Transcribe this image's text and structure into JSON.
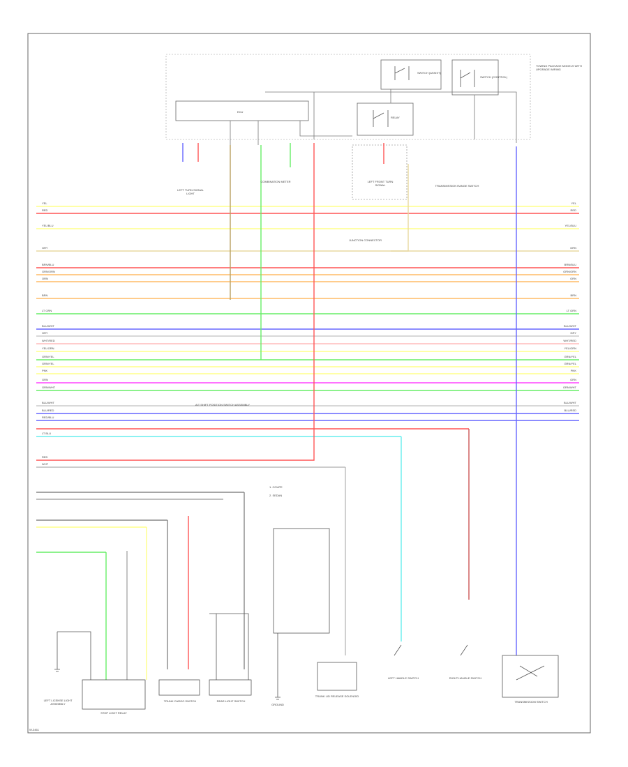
{
  "figure_id": "W-3461",
  "legend_lines": [
    "1. COUPE",
    "2. SEDAN"
  ],
  "top_components": {
    "ecu": "ECU",
    "switch_top_left": "SWITCH (ASSIST)",
    "switch_top_right": "SWITCH (CONTROL)",
    "relay_upper": "RELAY",
    "right_note": "TOWING PACKAGE MODELS WITH UPGRADE WIRING"
  },
  "harness_right_labels": [
    "YEL",
    "RED",
    "YEL/BLU",
    "GRN",
    "BRN/BLU",
    "GRN/ORN",
    "ORN",
    "BRN",
    "LT GRN",
    "BLU/WHT",
    "GRY",
    "WHT/RED",
    "YEL/GRN",
    "GRN/YEL",
    "GRN/YEL",
    "PNK",
    "GRN",
    "GRN/WHT",
    "BLU/WHT",
    "BLU/RED"
  ],
  "harness_left_labels": [
    "YEL",
    "RED",
    "YEL/BLU",
    "GRY",
    "BRN/BLU",
    "GRN/ORN",
    "ORN",
    "BRN",
    "LT GRN",
    "BLU/WHT",
    "GRY",
    "WHT/RED",
    "YEL/GRN",
    "GRN/YEL",
    "GRN/YEL",
    "PNK",
    "GRN",
    "GRN/WHT",
    "BLU/WHT",
    "BLU/RED",
    "RED/BLU",
    "LT BLU",
    "RED",
    "WHT"
  ],
  "harness_note": "A/T SHIFT POSITION SWITCH ASSEMBLY",
  "junction_label": "JUNCTION CONNECTOR",
  "bottom_components": [
    "LEFT LICENSE LIGHT ASSEMBLY",
    "STOP LIGHT RELAY",
    "TRUNK CARGO SWITCH",
    "REAR LIGHT SWITCH",
    "GROUND",
    "TRUNK LID RELEASE SOLENOID",
    "LEFT HANDLE SWITCH",
    "RIGHT HANDLE SWITCH",
    "TRANSMISSION SWITCH"
  ],
  "upper_components": [
    "LEFT TURN SIGNAL LIGHT",
    "COMBINATION METER",
    "LEFT FRONT TURN SIGNAL",
    "TRANSMISSION RANGE SWITCH"
  ],
  "colors": {
    "yellow": "#ffff88",
    "red": "#ff5555",
    "blue": "#6666ff",
    "green": "#66ee66",
    "cyan": "#66eeee",
    "magenta": "#ff44ff",
    "orange": "#ffbb66",
    "tan": "#e8d8a0"
  }
}
